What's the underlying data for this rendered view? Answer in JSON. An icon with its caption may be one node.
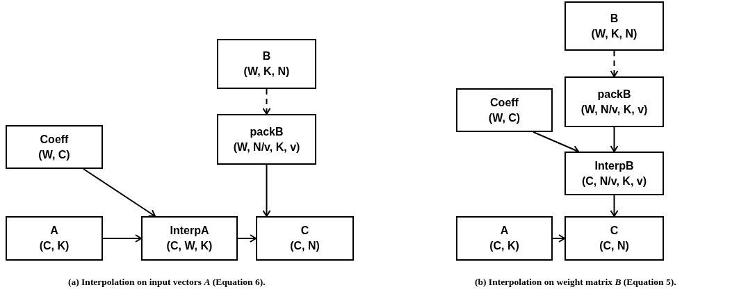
{
  "diagram": {
    "nodes": [
      {
        "text": [
          "B",
          "(W, K, N)"
        ]
      },
      {
        "text": [
          "packB",
          "(W, N/v, K, v)"
        ]
      },
      {
        "text": [
          "Coeff",
          "(W, C)"
        ]
      },
      {
        "text": [
          "A",
          "(C, K)"
        ]
      },
      {
        "text": [
          "InterpA",
          "(C, W, K)"
        ]
      },
      {
        "text": [
          "C",
          "(C, N)"
        ]
      },
      {
        "text": [
          "B",
          "(W, K, N)"
        ]
      },
      {
        "text": [
          "packB",
          "(W, N/v, K, v)"
        ]
      },
      {
        "text": [
          "Coeff",
          "(W, C)"
        ]
      },
      {
        "text": [
          "InterpB",
          "(C, N/v, K, v)"
        ]
      },
      {
        "text": [
          "A",
          "(C, K)"
        ]
      },
      {
        "text": [
          "C",
          "(C, N)"
        ]
      }
    ],
    "edges": [
      {
        "from": 0,
        "to": 1,
        "arrow": "to",
        "style": "dashed"
      },
      {
        "from": 1,
        "to": 5,
        "arrow": "to"
      },
      {
        "from": 2,
        "to": 4,
        "arrow": "to"
      },
      {
        "from": 3,
        "to": 4,
        "arrow": "to"
      },
      {
        "from": 4,
        "to": 5,
        "arrow": "to"
      },
      {
        "from": 6,
        "to": 7,
        "arrow": "to",
        "style": "dashed"
      },
      {
        "from": 7,
        "to": 9,
        "arrow": "to"
      },
      {
        "from": 8,
        "to": 9,
        "arrow": "to"
      },
      {
        "from": 9,
        "to": 11,
        "arrow": "to"
      },
      {
        "from": 10,
        "to": 11,
        "arrow": "to"
      }
    ],
    "labels": [
      "(a) Interpolation on input vectors *A* (Equation 6).",
      "(b) Interpolation on weight matrix *B* (Equation 5)."
    ]
  }
}
